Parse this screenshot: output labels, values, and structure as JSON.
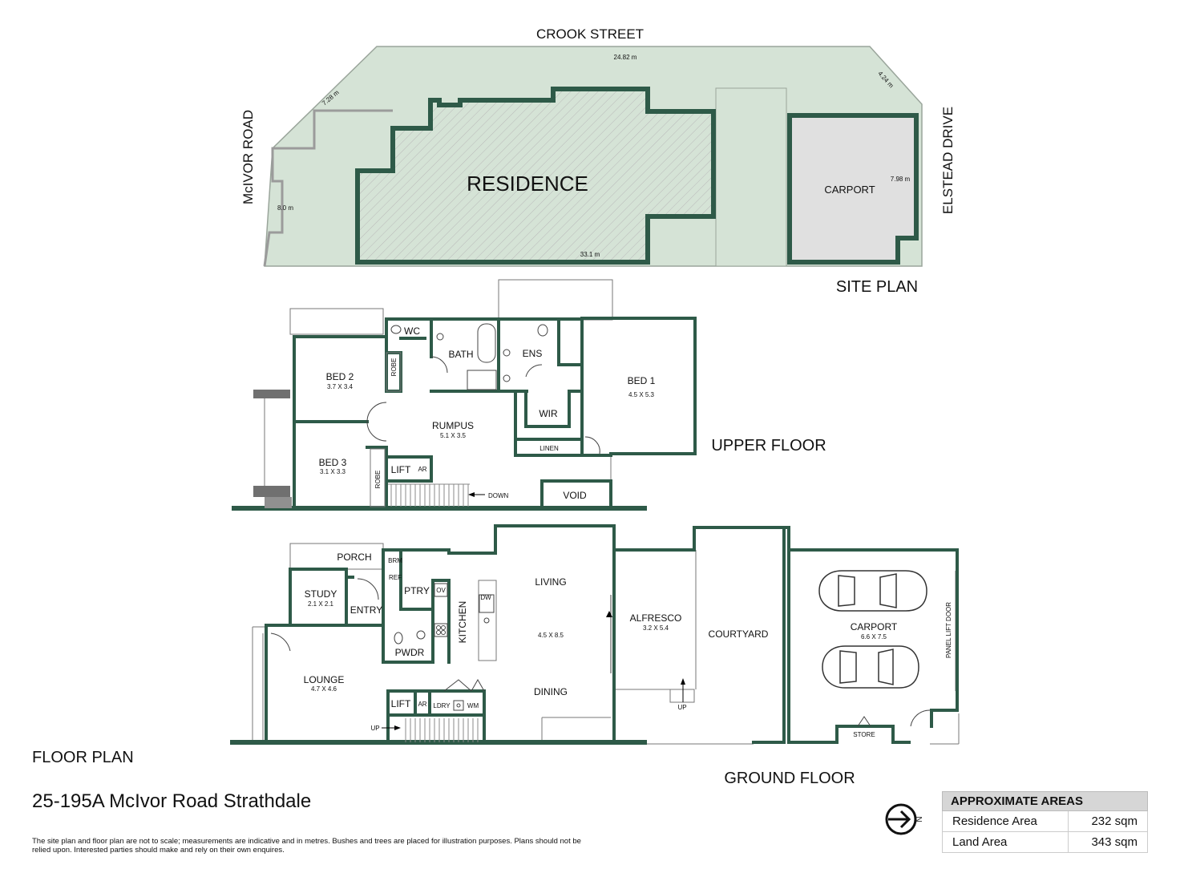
{
  "site_plan": {
    "heading": "SITE PLAN",
    "streets": {
      "top": "CROOK STREET",
      "left": "McIVOR ROAD",
      "right": "ELSTEAD DRIVE"
    },
    "residence_label": "RESIDENCE",
    "carport_label": "CARPORT",
    "dimensions": [
      "24.82 m",
      "7.28 m",
      "4.24 m",
      "8.0 m",
      "7.98 m",
      "33.1 m"
    ]
  },
  "upper_floor": {
    "heading": "UPPER FLOOR",
    "rooms": {
      "wc": "WC",
      "bath": "BATH",
      "ens": "ENS",
      "bed2": "BED 2",
      "bed2_size": "3.7 X 3.4",
      "robe": "ROBE",
      "bed1": "BED 1",
      "bed1_size": "4.5 X 5.3",
      "wir": "WIR",
      "linen": "LINEN",
      "rumpus": "RUMPUS",
      "rumpus_size": "5.1 X 3.5",
      "bed3": "BED 3",
      "bed3_size": "3.1 X 3.3",
      "lift": "LIFT",
      "ar": "AR",
      "down": "DOWN",
      "void": "VOID"
    }
  },
  "ground_floor": {
    "heading": "GROUND FLOOR",
    "rooms": {
      "porch": "PORCH",
      "brm": "BRM",
      "ref": "REF",
      "ptry": "PTRY",
      "ov": "OV",
      "dw": "DW",
      "study": "STUDY",
      "study_size": "2.1 X 2.1",
      "entry": "ENTRY",
      "kitchen": "KITCHEN",
      "living": "LIVING",
      "living_size": "4.5 X 8.5",
      "pwdr": "PWDR",
      "lounge": "LOUNGE",
      "lounge_size": "4.7 X 4.6",
      "lift": "LIFT",
      "ar": "AR",
      "ldry": "LDRY",
      "wm": "WM",
      "up": "UP",
      "dining": "DINING",
      "alfresco": "ALFRESCO",
      "alfresco_size": "3.2 X 5.4",
      "courtyard": "COURTYARD",
      "carport": "CARPORT",
      "carport_size": "6.6 X 7.5",
      "panel_lift_door": "PANEL LIFT DOOR",
      "store": "STORE"
    }
  },
  "floor_plan_heading": "FLOOR PLAN",
  "address": "25-195A McIvor Road Strathdale",
  "disclaimer": "The site plan and floor plan are not to scale; measurements are indicative and in metres. Bushes and trees are placed for illustration purposes. Plans should not be relied upon. Interested parties should make and rely on their own enquires.",
  "areas": {
    "title": "APPROXIMATE AREAS",
    "rows": [
      {
        "label": "Residence Area",
        "value": "232 sqm"
      },
      {
        "label": "Land Area",
        "value": "343 sqm"
      }
    ]
  },
  "compass_letter": "N",
  "colors": {
    "wall": "#2e5a48",
    "site": "#d5e3d6",
    "carport_fill": "#e0e0e0"
  }
}
